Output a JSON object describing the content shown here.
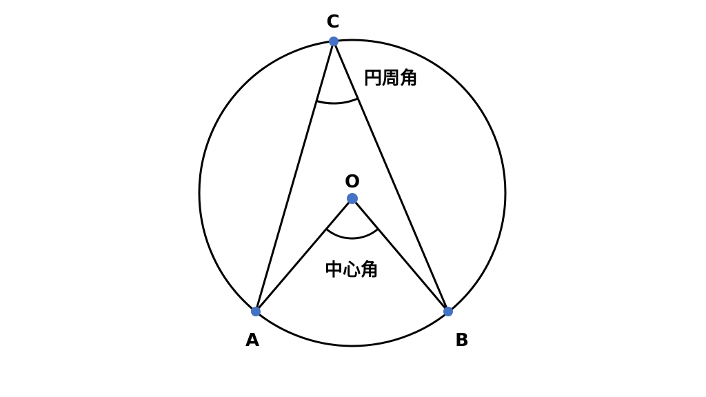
{
  "labels": {
    "C": "C",
    "O": "O",
    "A": "A",
    "B": "B",
    "inscribed_angle": "円周角",
    "central_angle": "中心角"
  },
  "colors": {
    "point": "#4472C4",
    "line": "#000000"
  }
}
